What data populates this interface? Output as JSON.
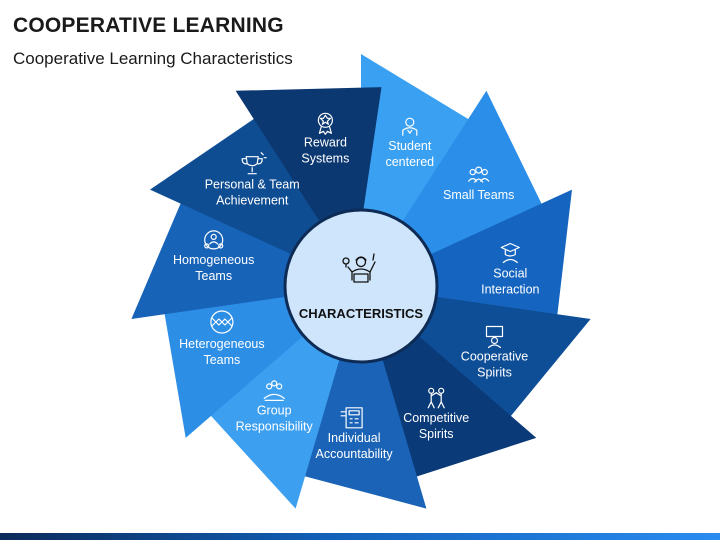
{
  "title": "COOPERATIVE LEARNING",
  "subtitle": "Cooperative Learning Characteristics",
  "center": {
    "label": "CHARACTERISTICS",
    "icon": "teacher-icon"
  },
  "items": [
    {
      "line1": "Student",
      "line2": "centered",
      "icon": "student-icon",
      "color": "#3aa0f2"
    },
    {
      "line1": "Small Teams",
      "line2": "",
      "icon": "team-icon",
      "color": "#2b8ee8"
    },
    {
      "line1": "Social",
      "line2": "Interaction",
      "icon": "graduate-icon",
      "color": "#1565c0"
    },
    {
      "line1": "Cooperative",
      "line2": "Spirits",
      "icon": "person-board-icon",
      "color": "#0e4e96"
    },
    {
      "line1": "Competitive",
      "line2": "Spirits",
      "icon": "competition-icon",
      "color": "#0b3a78"
    },
    {
      "line1": "Individual",
      "line2": "Accountability",
      "icon": "calculator-icon",
      "color": "#1a63b6"
    },
    {
      "line1": "Group",
      "line2": "Responsibility",
      "icon": "group-hands-icon",
      "color": "#3d9ff0"
    },
    {
      "line1": "Heterogeneous",
      "line2": "Teams",
      "icon": "handshake-icon",
      "color": "#2d8ee6"
    },
    {
      "line1": "Homogeneous",
      "line2": "Teams",
      "icon": "team-circle-icon",
      "color": "#1763b8"
    },
    {
      "line1": "Personal & Team",
      "line2": "Achievement",
      "icon": "trophy-icon",
      "color": "#0f4d93"
    },
    {
      "line1": "Reward",
      "line2": "Systems",
      "icon": "medal-icon",
      "color": "#0c3871"
    }
  ]
}
